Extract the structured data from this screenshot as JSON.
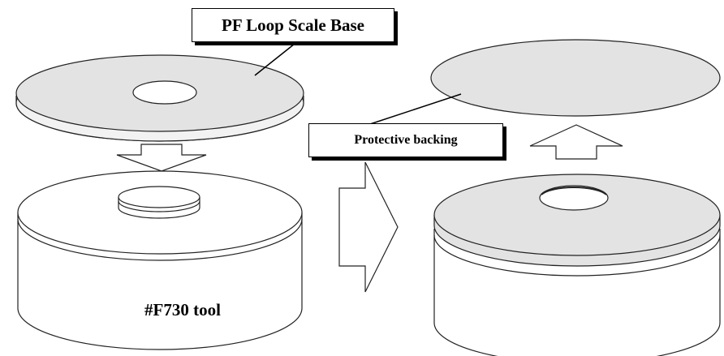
{
  "labels": {
    "pf_loop_scale_base": "PF Loop Scale Base",
    "protective_backing": "Protective backing",
    "tool": "#F730 tool"
  },
  "colors": {
    "disc_fill": "#e3e3e3",
    "disc_edge": "#f2f2f2",
    "outline": "#222222",
    "background": "#ffffff"
  }
}
